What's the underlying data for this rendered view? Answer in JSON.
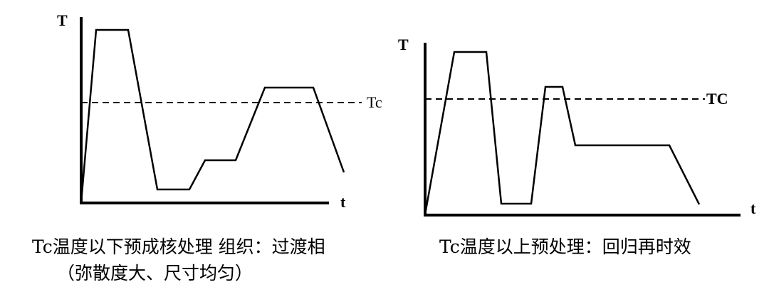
{
  "left_diagram": {
    "y_axis_label": "T",
    "x_axis_label": "t",
    "ref_label": "Tc",
    "caption_line1": "Tc温度以下预成核处理  组织：过渡相",
    "caption_line2": "（弥散度大、尺寸均匀）"
  },
  "right_diagram": {
    "y_axis_label": "T",
    "x_axis_label": "t",
    "ref_label": "TC",
    "caption_line1": "Tc温度以上预处理：回归再时效"
  }
}
